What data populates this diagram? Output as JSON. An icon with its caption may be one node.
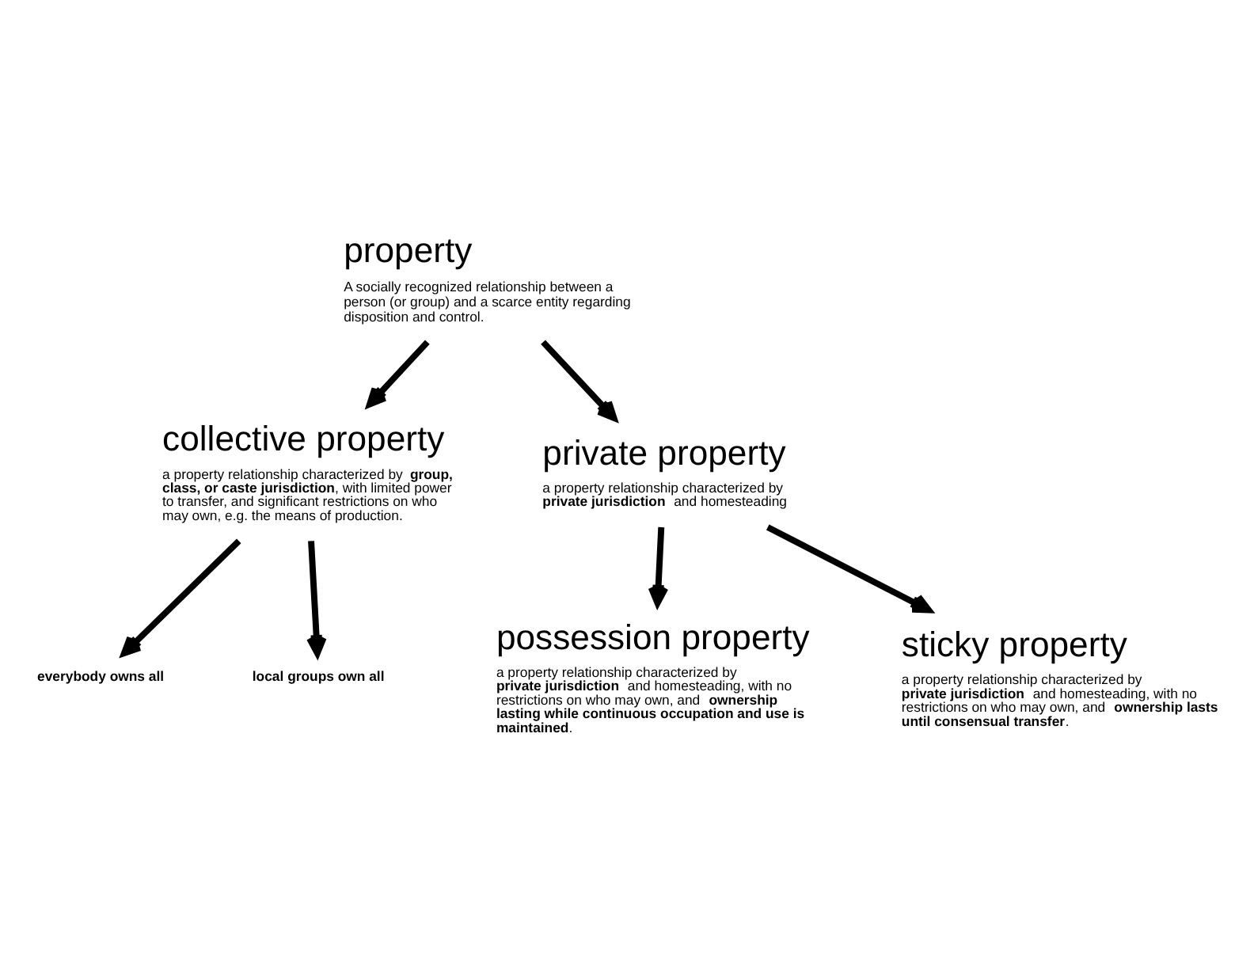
{
  "diagram": {
    "nodes": [
      {
        "text": [
          "property",
          "A socially recognized relationship between a person (or group) and a scarce entity regarding disposition and control."
        ]
      },
      {
        "text": [
          "collective property",
          "a property relationship characterized by **group, class, or caste jurisdiction**, with limited power to transfer, and significant restrictions on who may own, e.g. the means of production."
        ]
      },
      {
        "text": [
          "private property",
          "a property relationship characterized by **private jurisdiction** and homesteading"
        ]
      },
      {
        "text": [
          "**everybody owns all**"
        ]
      },
      {
        "text": [
          "**local groups own all**"
        ]
      },
      {
        "text": [
          "possession property",
          "a property relationship characterized by **private jurisdiction** and homesteading, with no restrictions on who may own, and **ownership lasting while continuous occupation and use is maintained**."
        ]
      },
      {
        "text": [
          "sticky property",
          "a property relationship characterized by **private jurisdiction** and homesteading, with no restrictions on who may own, and **ownership lasts until consensual transfer**."
        ]
      }
    ],
    "edges": [
      {
        "from": 0,
        "to": 1,
        "arrow": "to"
      },
      {
        "from": 0,
        "to": 2,
        "arrow": "to"
      },
      {
        "from": 1,
        "to": 3,
        "arrow": "to"
      },
      {
        "from": 1,
        "to": 4,
        "arrow": "to"
      },
      {
        "from": 2,
        "to": 5,
        "arrow": "to"
      },
      {
        "from": 2,
        "to": 6,
        "arrow": "to"
      }
    ]
  }
}
